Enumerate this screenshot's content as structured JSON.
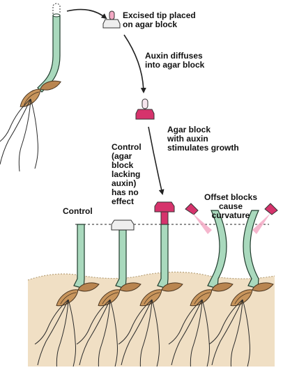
{
  "labels": {
    "excised_tip": [
      "Excised tip placed",
      "on agar block"
    ],
    "auxin_diffuses": [
      "Auxin diffuses",
      "into agar block"
    ],
    "agar_with_auxin": [
      "Agar block",
      "with auxin",
      "stimulates growth"
    ],
    "control_no_auxin": [
      "Control",
      "(agar",
      "block",
      "lacking",
      "auxin)",
      "has no",
      "effect"
    ],
    "control": "Control",
    "offset_blocks": [
      "Offset blocks",
      "cause",
      "curvature"
    ]
  },
  "colors": {
    "stem_fill": "#a9d9bd",
    "stem_stroke": "#1f3b2c",
    "auxin_block": "#d6336c",
    "auxin_tip": "#f3a9c4",
    "plain_agar": "#eeeeee",
    "soil": "#f0dfc4",
    "seed": "#c8955c",
    "root": "#2a2a2a"
  }
}
